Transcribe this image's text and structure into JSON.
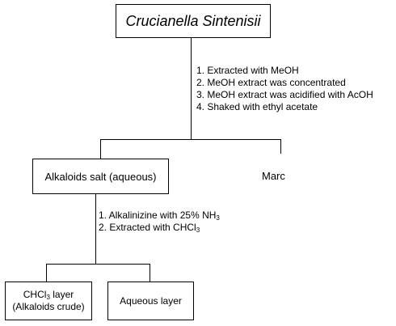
{
  "title": "Crucianella Sintenisii",
  "step_group_1": {
    "items": [
      "1. Extracted with MeOH",
      "2. MeOH extract was concentrated",
      "3. MeOH extract was acidified with AcOH",
      "4. Shaked with ethyl acetate"
    ]
  },
  "branch_1": {
    "left_label": "Alkaloids salt (aqueous)",
    "right_label": "Marc"
  },
  "step_group_2": {
    "item1_text": "1. Alkalinizine with 25% NH",
    "item1_sub": "3",
    "item2_text": "2. Extracted with CHCl",
    "item2_sub": "3"
  },
  "branch_2": {
    "left_label_text": "CHCl",
    "left_label_sub": "3",
    "left_label_suffix": " layer",
    "left_label_line2": "(Alkaloids crude)",
    "right_label": "Aqueous layer"
  }
}
